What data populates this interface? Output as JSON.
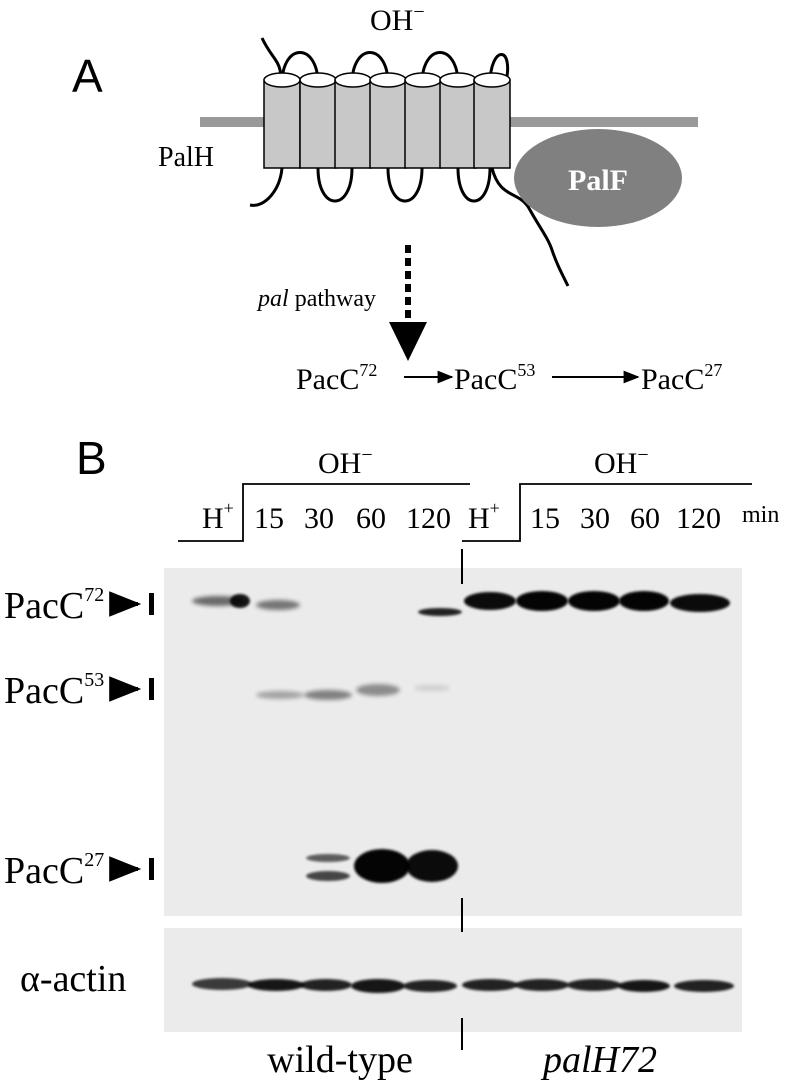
{
  "panel_a": {
    "label": "A",
    "stimulus": "OH",
    "stimulus_charge": "−",
    "receptor": "PalH",
    "partner": "PalF",
    "pathway_italic": "pal",
    "pathway_rest": " pathway",
    "processing": [
      {
        "name": "PacC",
        "size": "72"
      },
      {
        "name": "PacC",
        "size": "53"
      },
      {
        "name": "PacC",
        "size": "27"
      }
    ]
  },
  "panel_b": {
    "label": "B",
    "condition_acid": "H",
    "condition_acid_charge": "+",
    "condition_alkaline": "OH",
    "condition_alkaline_charge": "−",
    "timepoints_wt": [
      "15",
      "30",
      "60",
      "120"
    ],
    "timepoints_mut": [
      "15",
      "30",
      "60",
      "120"
    ],
    "time_unit": "min",
    "bands": [
      {
        "name": "PacC",
        "size": "72"
      },
      {
        "name": "PacC",
        "size": "53"
      },
      {
        "name": "PacC",
        "size": "27"
      }
    ],
    "loading_control": "α-actin",
    "strain_wt": "wild-type",
    "strain_mut": "palH72"
  },
  "colors": {
    "membrane": "#999999",
    "helix_fill": "#c8c8c8",
    "palf_fill": "#808080",
    "blot_background": "#ebebeb"
  }
}
